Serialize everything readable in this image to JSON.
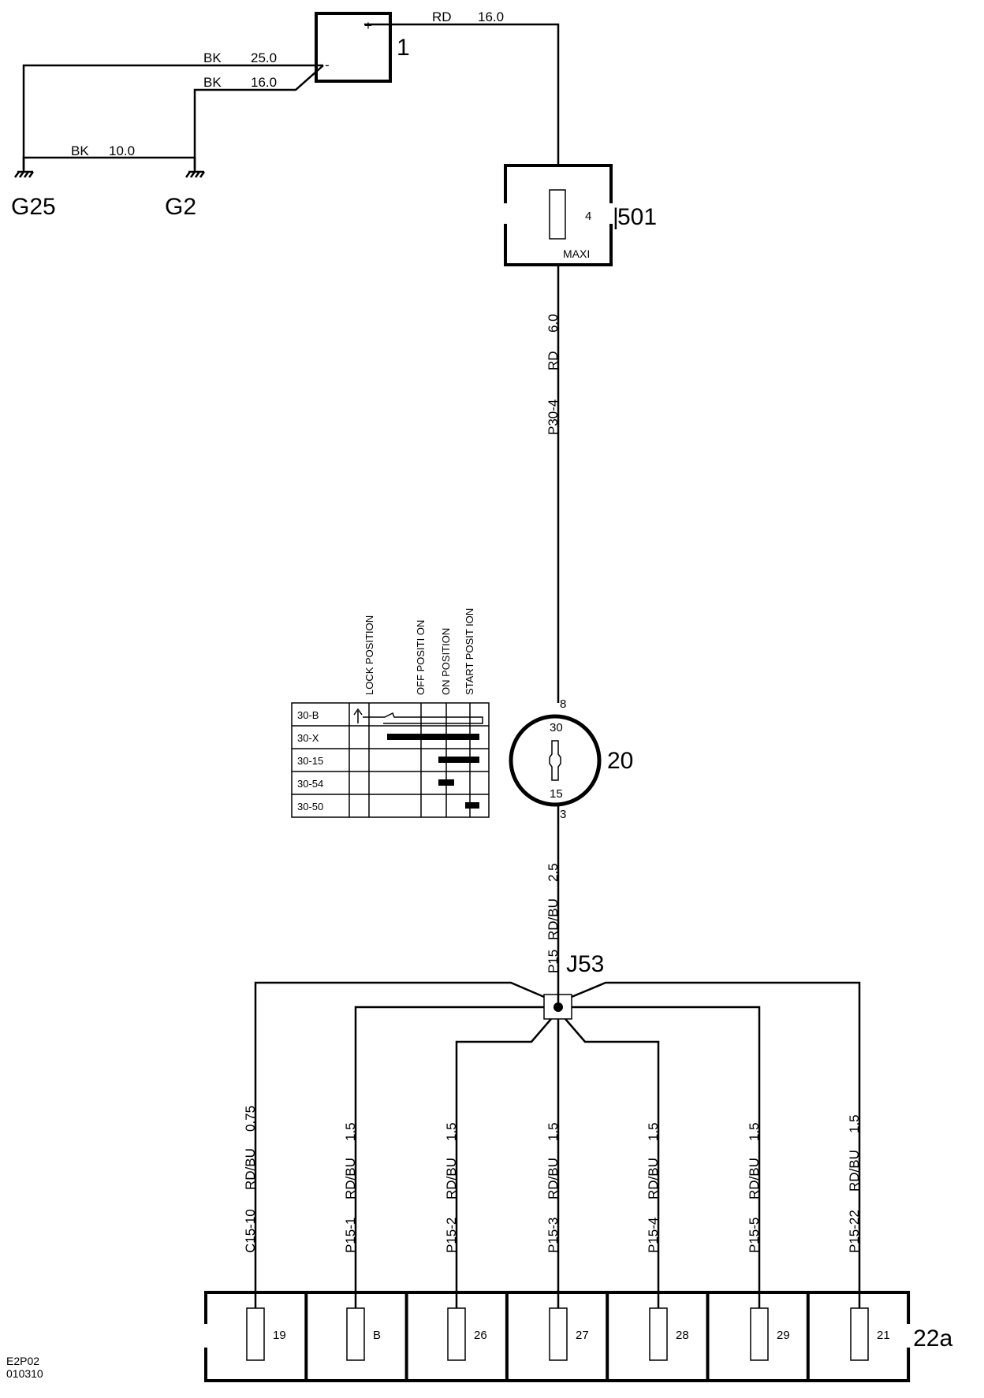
{
  "battery": {
    "id": "1",
    "plus": "+",
    "minus": "-"
  },
  "wires": {
    "bat_pos": {
      "color": "RD",
      "size": "16.0"
    },
    "bat_g25": {
      "color": "BK",
      "size": "25.0"
    },
    "bat_g2": {
      "color": "BK",
      "size": "16.0"
    },
    "g25_g2": {
      "color": "BK",
      "size": "10.0"
    },
    "p30": {
      "circuit": "P30-4",
      "color": "RD",
      "size": "6.0"
    },
    "p15": {
      "circuit": "P15",
      "color": "RD/BU",
      "size": "2.5"
    }
  },
  "grounds": [
    {
      "id": "G25"
    },
    {
      "id": "G2"
    }
  ],
  "fusebox501": {
    "id": "501",
    "fuse": "4",
    "type": "MAXI"
  },
  "ignition": {
    "id": "20",
    "pin_in": "8",
    "pin_out": "3",
    "term_top": "30",
    "term_bottom": "15",
    "positions": [
      "LOCK POSITION",
      "OFF POSITI ON",
      "ON POSITION",
      "START POSIT ION"
    ],
    "rows": [
      "30-B",
      "30-X",
      "30-15",
      "30-54",
      "30-50"
    ]
  },
  "splice": {
    "id": "J53"
  },
  "branches": [
    {
      "circuit": "C15-10",
      "color": "RD/BU",
      "size": "0.75",
      "fuse": "19"
    },
    {
      "circuit": "P15-1",
      "color": "RD/BU",
      "size": "1.5",
      "fuse": "B"
    },
    {
      "circuit": "P15-2",
      "color": "RD/BU",
      "size": "1.5",
      "fuse": "26"
    },
    {
      "circuit": "P15-3",
      "color": "RD/BU",
      "size": "1.5",
      "fuse": "27"
    },
    {
      "circuit": "P15-4",
      "color": "RD/BU",
      "size": "1.5",
      "fuse": "28"
    },
    {
      "circuit": "P15-5",
      "color": "RD/BU",
      "size": "1.5",
      "fuse": "29"
    },
    {
      "circuit": "P15-22",
      "color": "RD/BU",
      "size": "1.5",
      "fuse": "21"
    }
  ],
  "fusebox22a": {
    "id": "22a"
  },
  "footer": {
    "code1": "E2P02",
    "code2": "010310"
  }
}
